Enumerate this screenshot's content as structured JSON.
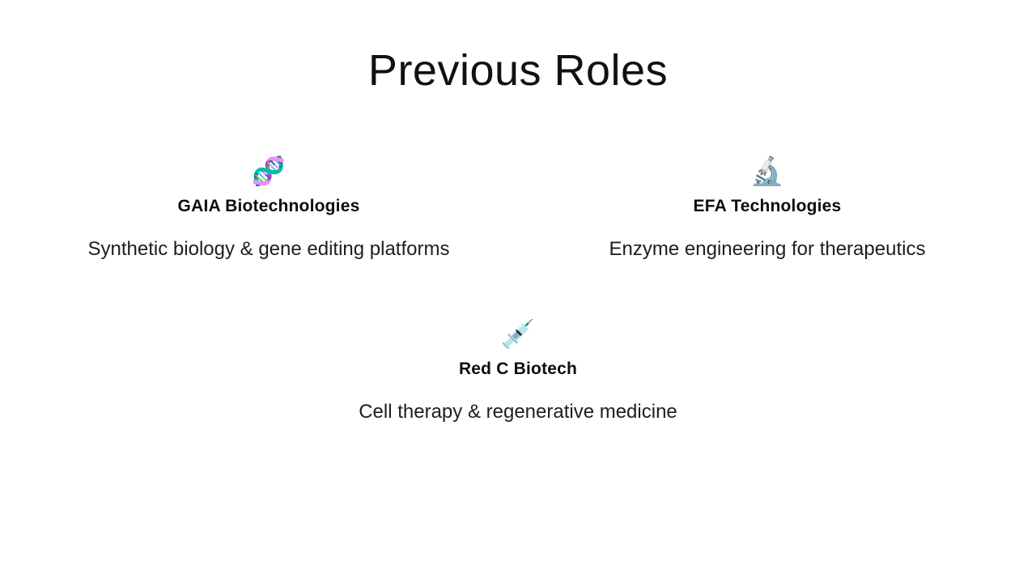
{
  "slide": {
    "title": "Previous Roles"
  },
  "roles": [
    {
      "icon": "🧬",
      "icon_name": "dna-icon",
      "name": "GAIA Biotechnologies",
      "description": "Synthetic biology & gene editing platforms"
    },
    {
      "icon": "🔬",
      "icon_name": "microscope-icon",
      "name": "EFA Technologies",
      "description": "Enzyme engineering for therapeutics"
    },
    {
      "icon": "💉",
      "icon_name": "syringe-icon",
      "name": "Red C Biotech",
      "description": "Cell therapy & regenerative medicine"
    }
  ]
}
